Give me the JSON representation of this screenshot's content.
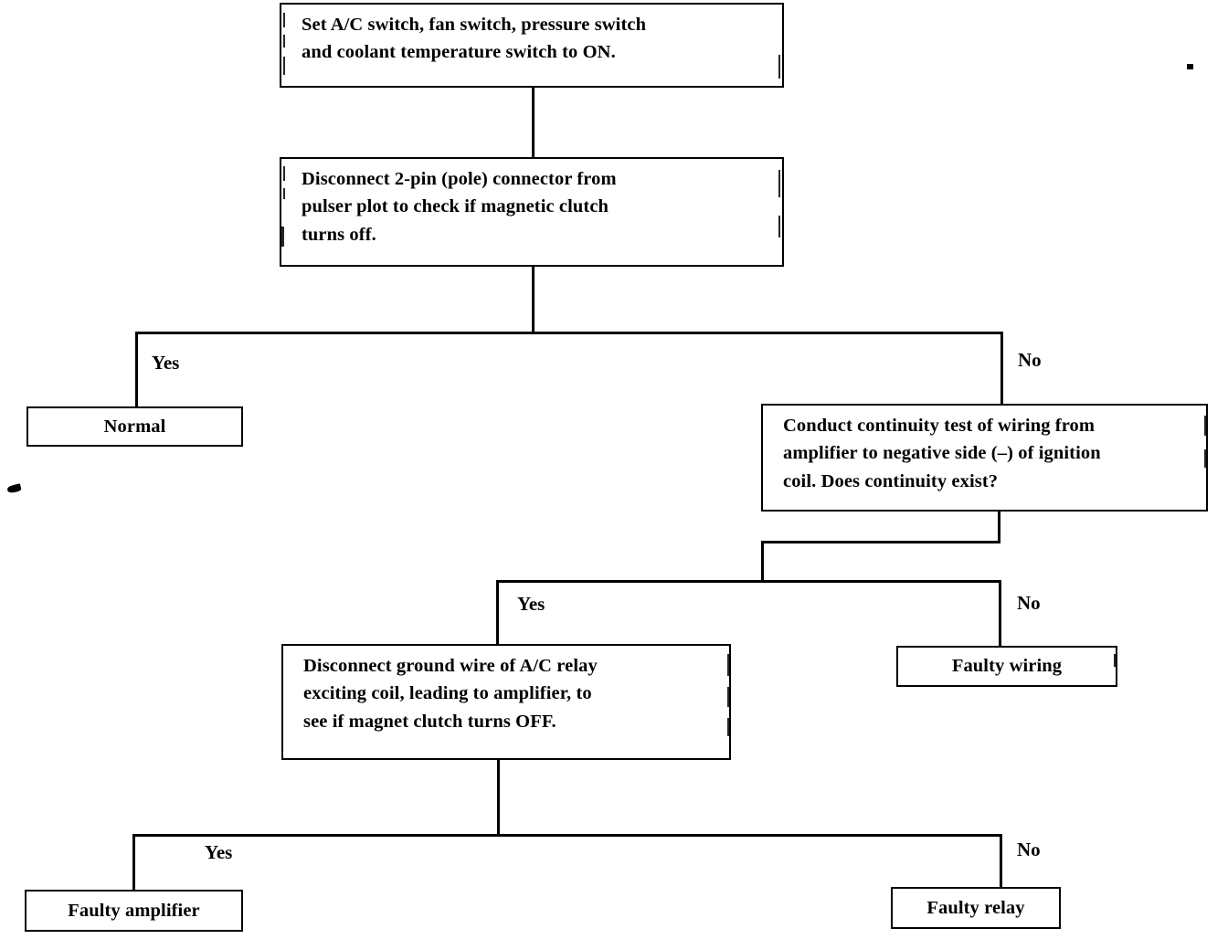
{
  "diagram": {
    "title": "Air conditioner magnetic clutch troubleshooting flowchart",
    "ink_color": "#000000",
    "background_color": "#ffffff"
  },
  "nodes": {
    "step1": {
      "text": "Set A/C switch, fan switch, pressure switch\nand coolant temperature switch to ON.",
      "shape": "process"
    },
    "step2": {
      "text": "Disconnect 2-pin (pole) connector from\npulser plot to check if magnetic clutch\nturns off.",
      "shape": "process"
    },
    "normal": {
      "text": "Normal",
      "shape": "terminal"
    },
    "continuity": {
      "text": "Conduct continuity test of wiring from\namplifier to negative side (–) of ignition\ncoil. Does continuity exist?",
      "shape": "process"
    },
    "faulty_wiring": {
      "text": "Faulty wiring",
      "shape": "terminal"
    },
    "ground_wire": {
      "text": "Disconnect ground wire of A/C relay\nexciting coil, leading to amplifier, to\nsee if magnet clutch turns OFF.",
      "shape": "process"
    },
    "faulty_amplifier": {
      "text": "Faulty amplifier",
      "shape": "terminal"
    },
    "faulty_relay": {
      "text": "Faulty relay",
      "shape": "terminal"
    }
  },
  "branch_labels": {
    "b1_yes": "Yes",
    "b1_no": "No",
    "b2_yes": "Yes",
    "b2_no": "No",
    "b3_yes": "Yes",
    "b3_no": "No"
  }
}
